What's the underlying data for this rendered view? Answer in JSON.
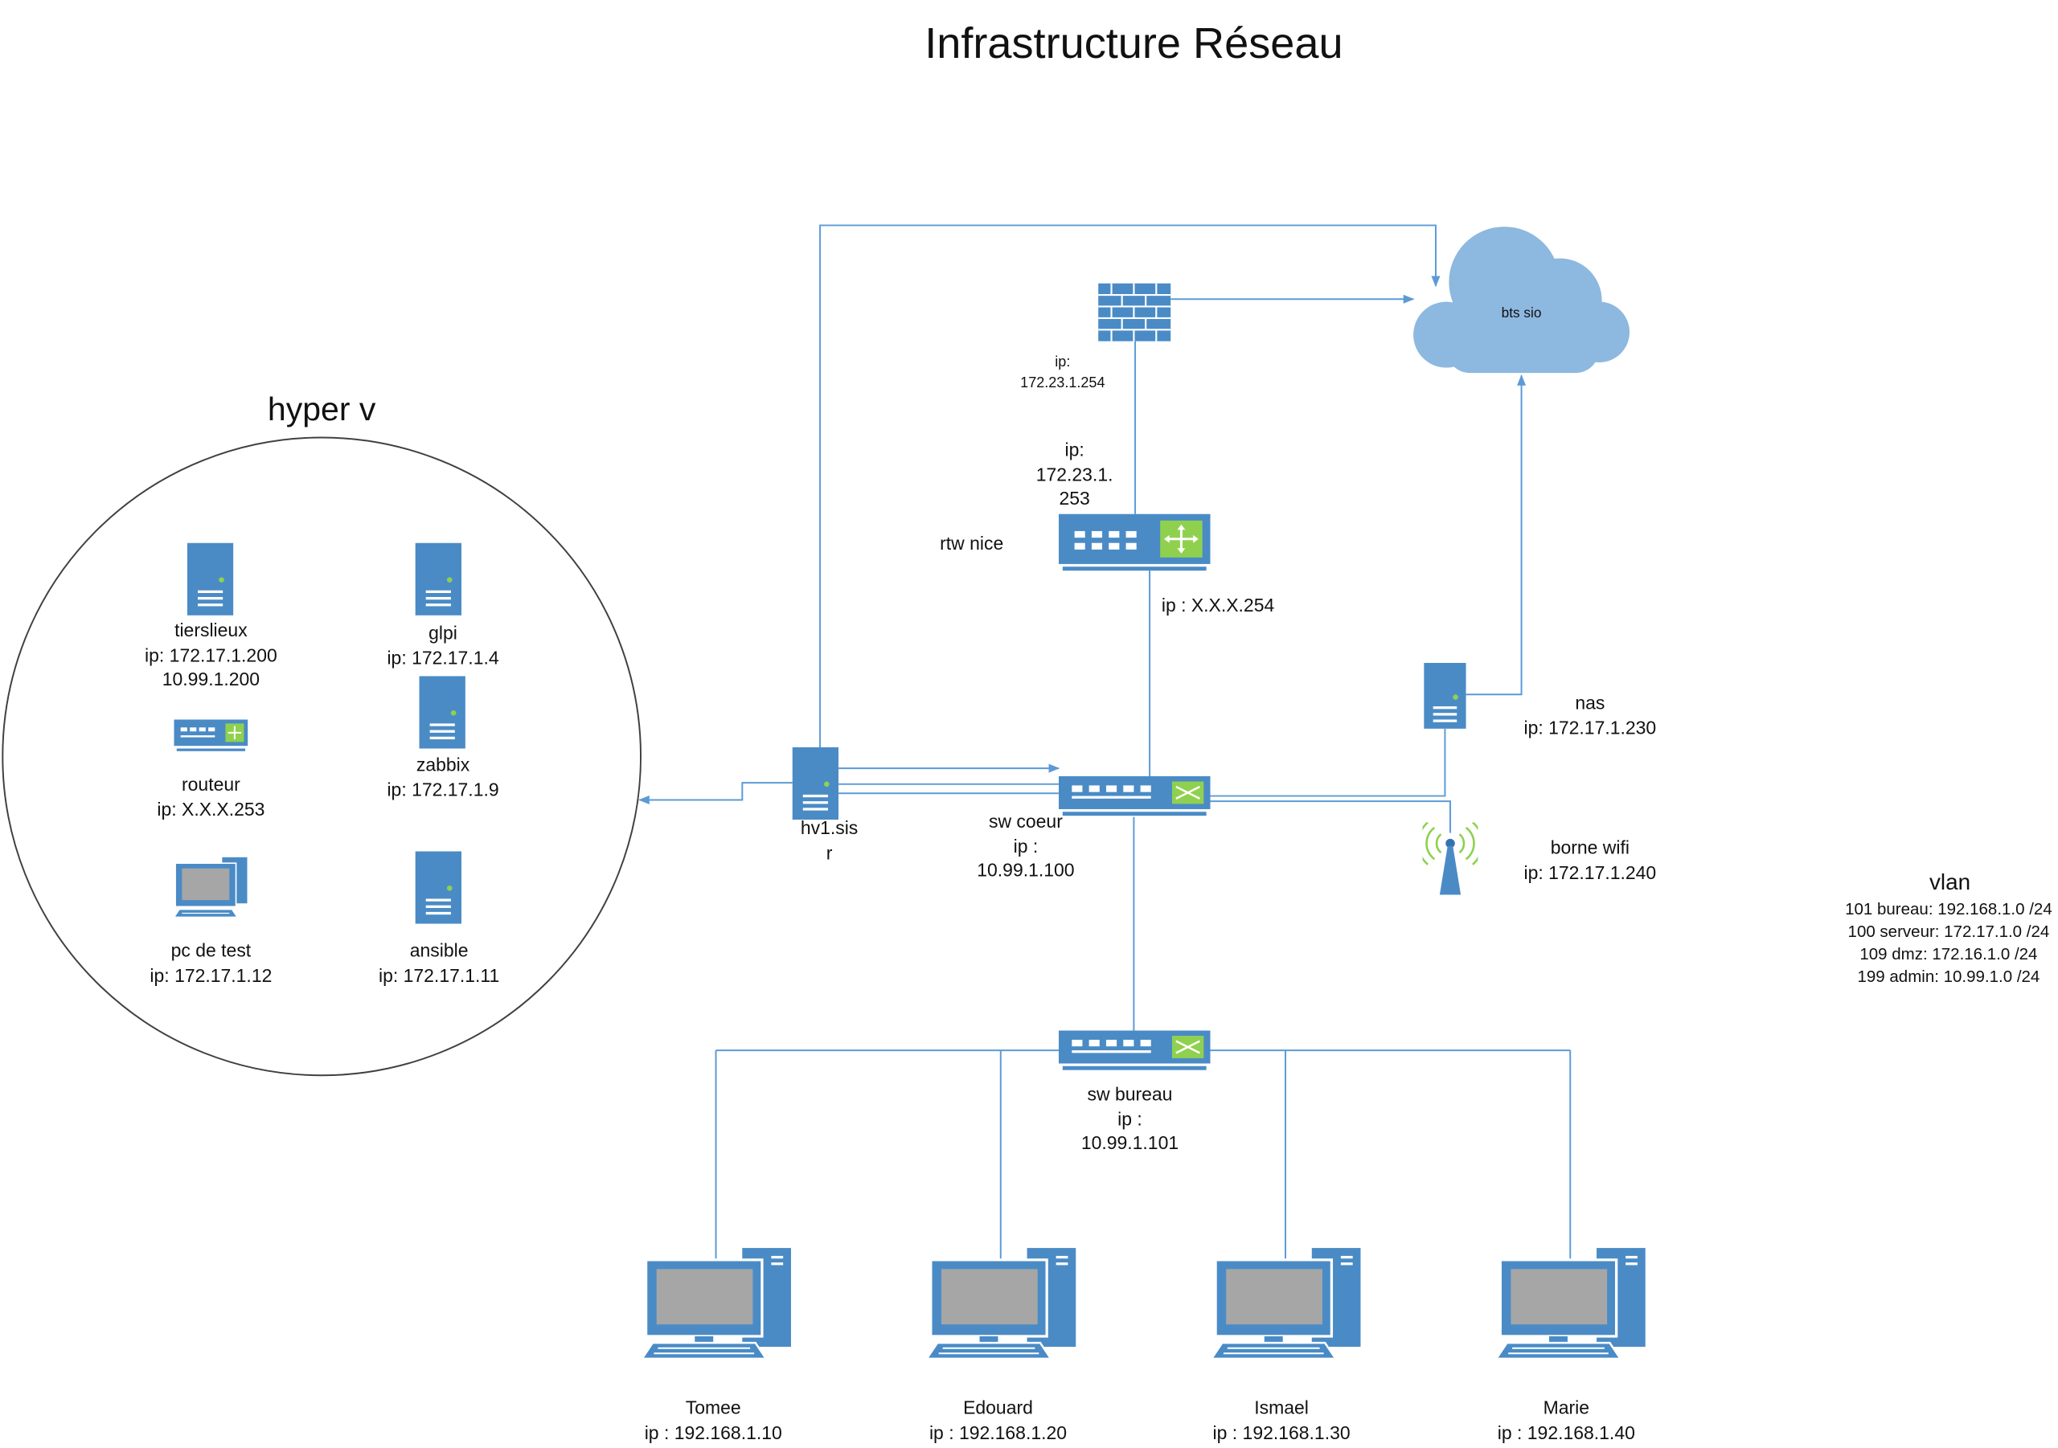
{
  "title": "Infrastructure Réseau",
  "hyperv": {
    "title": "hyper v",
    "vms": [
      {
        "name": "tierslieux",
        "ip": "ip: 172.17.1.200",
        "ip2": "10.99.1.200"
      },
      {
        "name": "glpi",
        "ip": "ip: 172.17.1.4"
      },
      {
        "name": "routeur",
        "ip": "ip: X.X.X.253"
      },
      {
        "name": "zabbix",
        "ip": "ip: 172.17.1.9"
      },
      {
        "name": "pc de test",
        "ip": "ip: 172.17.1.12"
      },
      {
        "name": "ansible",
        "ip": "ip: 172.17.1.11"
      }
    ]
  },
  "firewall": {
    "ip_label": "ip:",
    "ip": "172.23.1.254"
  },
  "cloud": {
    "label": "bts sio"
  },
  "router": {
    "name": "rtw nice",
    "ip_top_1": "ip:",
    "ip_top_2": "172.23.1.",
    "ip_top_3": "253",
    "ip_bottom": "ip : X.X.X.254"
  },
  "hv1": {
    "name_1": "hv1.sis",
    "name_2": "r"
  },
  "sw_coeur": {
    "name": "sw coeur",
    "ip_label": "ip :",
    "ip": "10.99.1.100"
  },
  "nas": {
    "name": "nas",
    "ip": "ip: 172.17.1.230"
  },
  "wifi": {
    "name": "borne wifi",
    "ip": "ip: 172.17.1.240"
  },
  "sw_bureau": {
    "name": "sw bureau",
    "ip_label": "ip :",
    "ip": "10.99.1.101"
  },
  "pcs": [
    {
      "name": "Tomee",
      "ip": "ip : 192.168.1.10"
    },
    {
      "name": "Edouard",
      "ip": "ip : 192.168.1.20"
    },
    {
      "name": "Ismael",
      "ip": "ip : 192.168.1.30"
    },
    {
      "name": "Marie",
      "ip": "ip : 192.168.1.40"
    }
  ],
  "vlan": {
    "title": "vlan",
    "items": [
      "101 bureau: 192.168.1.0 /24",
      "100 serveur: 172.17.1.0 /24",
      "109 dmz: 172.16.1.0 /24",
      "199 admin: 10.99.1.0 /24"
    ]
  },
  "colors": {
    "device": "#4a8bc6",
    "device_dark": "#3573ad",
    "line": "#5b9bd5",
    "cloud": "#8db8e0",
    "accent": "#8fd14f",
    "screen": "#a6a6a6"
  }
}
